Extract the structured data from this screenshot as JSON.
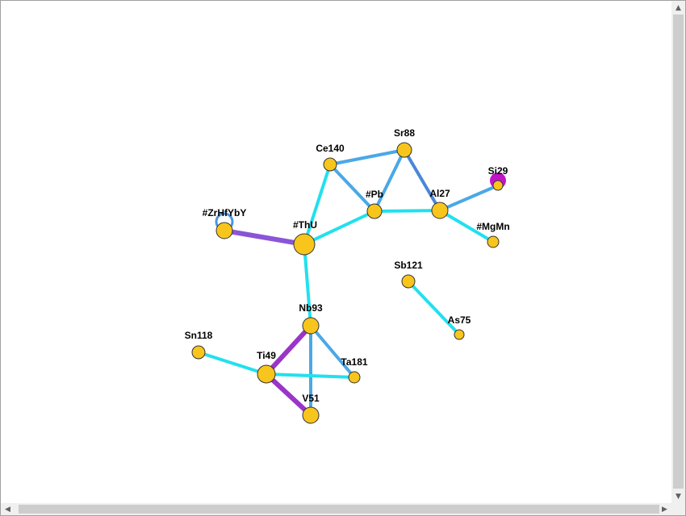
{
  "colors": {
    "cyan": "#22e0ee",
    "blue": "#4aa8e6",
    "steel": "#4a86d8",
    "purple": "#8a55d6",
    "violet": "#9a35c8",
    "node_fill": "#f8c51c",
    "node_stroke": "#333333",
    "magenta": "#c014c8",
    "ring": "#4a96e0",
    "label_blue": "#0000dd"
  },
  "nodes": [
    {
      "id": "ThU",
      "label": "#ThU"
    },
    {
      "id": "ZrHfYbY",
      "label": "#ZrHfYbY"
    },
    {
      "id": "Ce140",
      "label": "Ce140"
    },
    {
      "id": "Sr88",
      "label": "Sr88"
    },
    {
      "id": "Pb",
      "label": "#Pb"
    },
    {
      "id": "Al27",
      "label": "Al27"
    },
    {
      "id": "Si29",
      "label": "Si29"
    },
    {
      "id": "MgMn",
      "label": "#MgMn"
    },
    {
      "id": "Sb121",
      "label": "Sb121"
    },
    {
      "id": "As75",
      "label": "As75"
    },
    {
      "id": "Nb93",
      "label": "Nb93"
    },
    {
      "id": "Sn118",
      "label": "Sn118"
    },
    {
      "id": "Ti49",
      "label": "Ti49"
    },
    {
      "id": "Ta181",
      "label": "Ta181"
    },
    {
      "id": "V51",
      "label": "V51"
    }
  ],
  "edges": [
    {
      "from": "ZrHfYbY",
      "to": "ThU",
      "color": "purple"
    },
    {
      "from": "ThU",
      "to": "Ce140",
      "color": "cyan"
    },
    {
      "from": "ThU",
      "to": "Pb",
      "color": "cyan"
    },
    {
      "from": "ThU",
      "to": "Nb93",
      "color": "cyan"
    },
    {
      "from": "Ce140",
      "to": "Sr88",
      "color": "blue"
    },
    {
      "from": "Ce140",
      "to": "Pb",
      "color": "blue"
    },
    {
      "from": "Sr88",
      "to": "Pb",
      "color": "blue"
    },
    {
      "from": "Sr88",
      "to": "Al27",
      "color": "steel"
    },
    {
      "from": "Pb",
      "to": "Al27",
      "color": "cyan"
    },
    {
      "from": "Al27",
      "to": "Si29",
      "color": "blue"
    },
    {
      "from": "Al27",
      "to": "MgMn",
      "color": "cyan"
    },
    {
      "from": "Sb121",
      "to": "As75",
      "color": "cyan"
    },
    {
      "from": "Nb93",
      "to": "Ti49",
      "color": "violet"
    },
    {
      "from": "Nb93",
      "to": "Ta181",
      "color": "blue"
    },
    {
      "from": "Nb93",
      "to": "V51",
      "color": "blue"
    },
    {
      "from": "Ti49",
      "to": "V51",
      "color": "violet"
    },
    {
      "from": "Ti49",
      "to": "Ta181",
      "color": "cyan"
    },
    {
      "from": "Sn118",
      "to": "Ti49",
      "color": "cyan"
    }
  ],
  "scrollbar": {
    "up": "▲",
    "down": "▼",
    "left": "◀",
    "right": "▶"
  }
}
